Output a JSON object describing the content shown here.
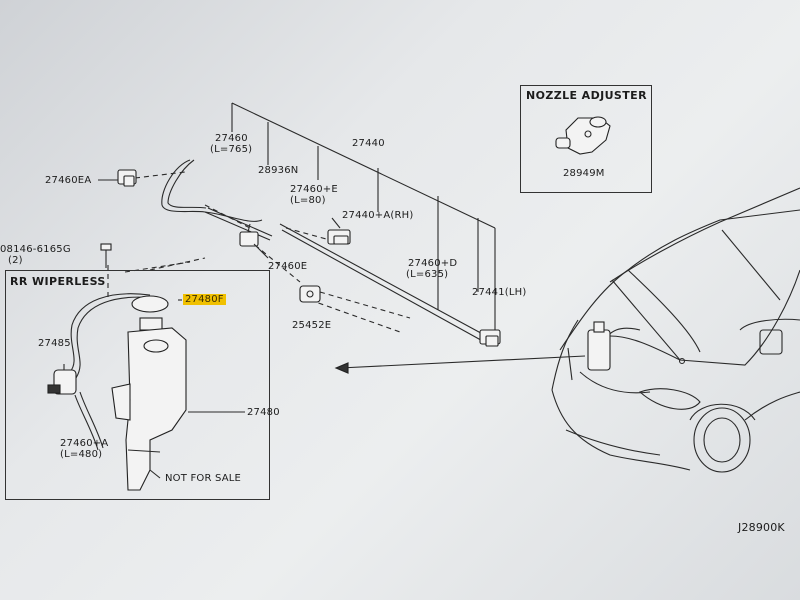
{
  "diagram": {
    "labels": {
      "p27460": "27460",
      "p27460_len": "(L=765)",
      "p27440": "27440",
      "p28936n": "28936N",
      "p27460e_plus": "27460+E",
      "p27460e_len": "(L=80)",
      "p27440a_rh": "27440+A(RH)",
      "p27460ea": "27460EA",
      "p08146": "08146-6165G",
      "p08146_qty": "(2)",
      "p27460e": "27460E",
      "p27460d": "27460+D",
      "p27460d_len": "(L=635)",
      "p27441_lh": "27441(LH)",
      "p25452e": "25452E",
      "p27480f": "27480F",
      "p27485": "27485",
      "p27480": "27480",
      "p27460a": "27460+A",
      "p27460a_len": "(L=480)",
      "not_for_sale": "NOT FOR SALE",
      "p28949m": "28949M",
      "diagram_code": "J28900K"
    },
    "boxes": {
      "rr_wiperless": "RR WIPERLESS",
      "nozzle_adjuster": "NOZZLE ADJUSTER"
    },
    "highlight_color": "#f0c000"
  }
}
